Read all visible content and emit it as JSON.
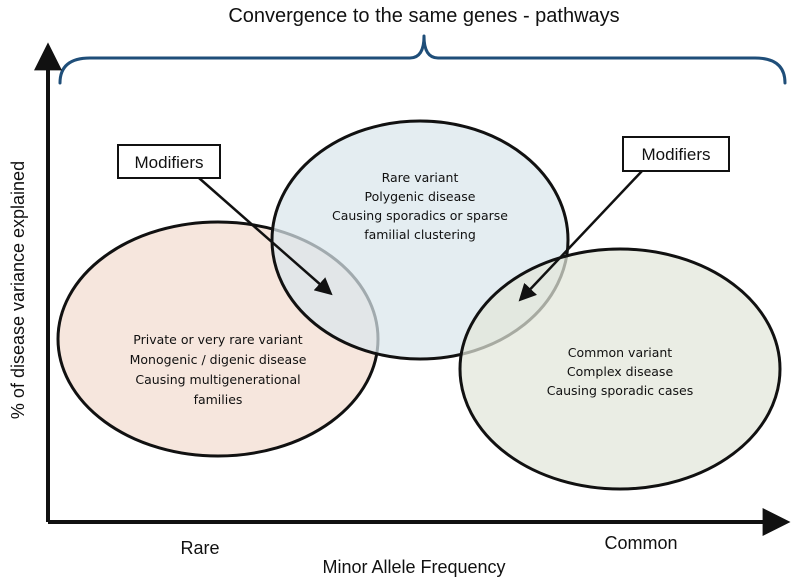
{
  "title": "Convergence to the same genes - pathways",
  "x_axis": {
    "label": "Minor Allele Frequency",
    "left_label": "Rare",
    "right_label": "Common"
  },
  "y_axis": {
    "label": "% of disease variance explained"
  },
  "ellipses": {
    "left": {
      "fill": "#f2dcd0",
      "lines": [
        "Private or very rare variant",
        "Monogenic / digenic disease",
        "Causing multigenerational",
        "families"
      ]
    },
    "middle": {
      "fill": "#d9e6ec",
      "lines": [
        "Rare variant",
        "Polygenic disease",
        "Causing sporadics or sparse",
        "familial clustering"
      ]
    },
    "right": {
      "fill": "#e2e6d9",
      "lines": [
        "Common variant",
        "Complex disease",
        "Causing sporadic cases"
      ]
    }
  },
  "modifiers": {
    "left": "Modifiers",
    "right": "Modifiers"
  },
  "colors": {
    "brace": "#1f4e79",
    "axis": "#111111",
    "outline": "#111111"
  }
}
